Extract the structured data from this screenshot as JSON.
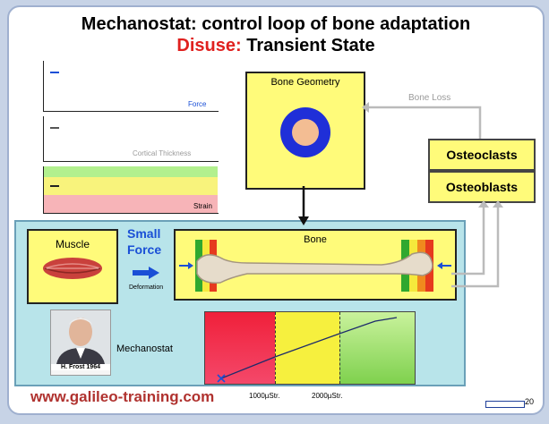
{
  "title": "Mechanostat: control loop of bone adaptation",
  "subtitle_red": "Disuse:",
  "subtitle_rest": " Transient State",
  "graphs": {
    "force_label": "Force",
    "thickness_label": "Cortical Thickness",
    "strain_label": "Strain"
  },
  "bone_geometry": {
    "label": "Bone Geometry"
  },
  "bone_loss_label": "Bone Loss",
  "cells": {
    "osteoclasts": "Osteoclasts",
    "osteoblasts": "Osteoblasts"
  },
  "muscle": {
    "label": "Muscle",
    "deformation": "Deformation"
  },
  "small_force": {
    "line1": "Small",
    "line2": "Force"
  },
  "bone": {
    "label": "Bone"
  },
  "frost": {
    "caption": "H. Frost 1964"
  },
  "mechanostat_label": "Mechanostat",
  "thresholds": {
    "t1": "1000µStr.",
    "t2": "2000µStr."
  },
  "url": "www.galileo-training.com",
  "page_counter": "20",
  "colors": {
    "accent_red": "#e0211f",
    "small_force_blue": "#1a4fd6",
    "box_yellow": "#fffb7a",
    "panel_teal": "#b8e4ea",
    "donut_blue": "#1f2fd8",
    "donut_inner": "#f3bd93"
  }
}
